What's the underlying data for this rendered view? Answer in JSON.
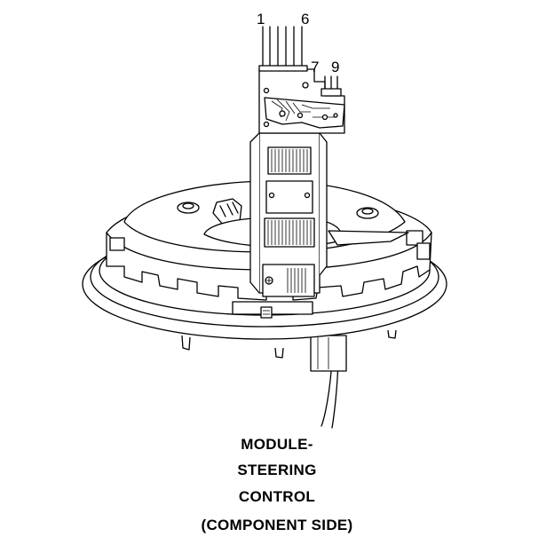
{
  "diagram": {
    "pin_labels": {
      "pin_1": "1",
      "pin_6": "6",
      "pin_7": "7",
      "pin_9": "9"
    },
    "caption": {
      "line1": "MODULE-",
      "line2": "STEERING",
      "line3": "CONTROL",
      "line4": "(COMPONENT SIDE)"
    }
  }
}
